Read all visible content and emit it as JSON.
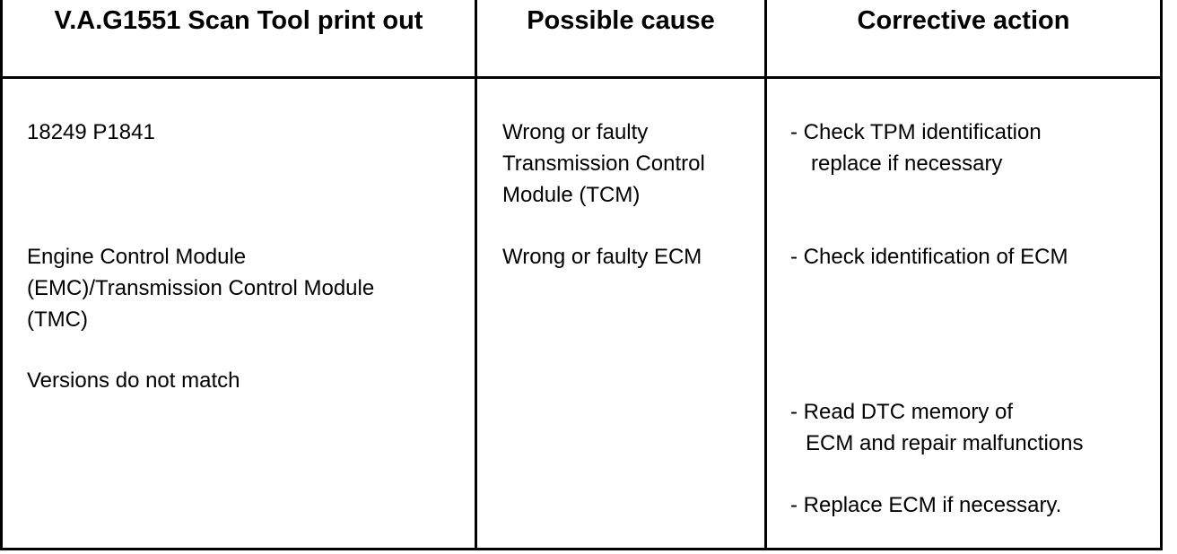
{
  "headers": {
    "printout": "V.A.G1551 Scan Tool print out",
    "cause": "Possible cause",
    "action": "Corrective action"
  },
  "printout": {
    "code": "18249 P1841",
    "module_lines": [
      "Engine Control Module",
      "(EMC)/Transmission Control Module",
      "(TMC)"
    ],
    "versions": "Versions do not match"
  },
  "cause": {
    "tcm_lines": [
      "Wrong or faulty",
      "Transmission Control",
      "Module (TCM)"
    ],
    "ecm": "Wrong or faulty ECM"
  },
  "action": {
    "check_tpm_lines": [
      "- Check TPM identification",
      "replace  if necessary"
    ],
    "check_ecm": "- Check identification of ECM",
    "read_dtc_lines": [
      "- Read DTC memory of",
      "ECM and repair malfunctions"
    ],
    "replace_ecm": "- Replace ECM if necessary."
  }
}
